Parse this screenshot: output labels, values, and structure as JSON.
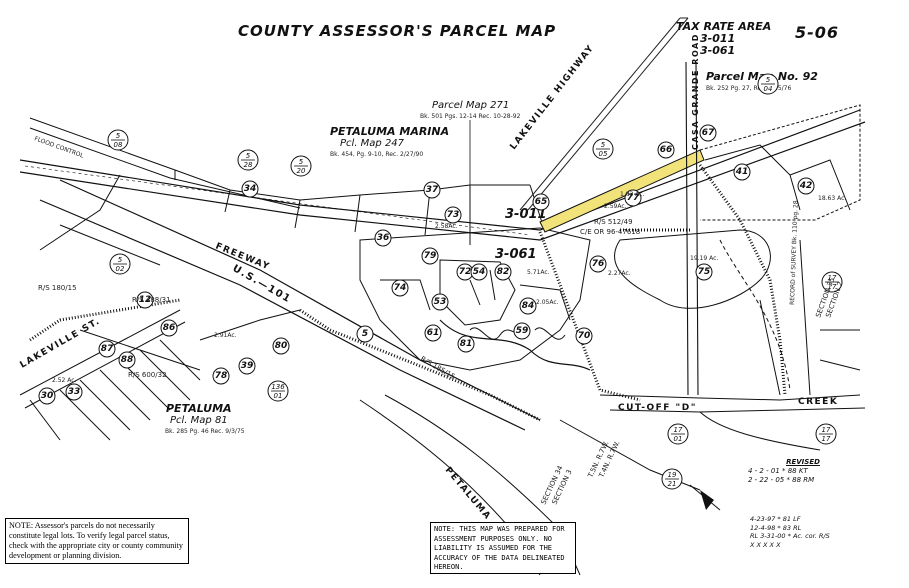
{
  "map": {
    "title": "COUNTY ASSESSOR'S PARCEL MAP",
    "tax_rate_area": {
      "label": "TAX RATE AREA",
      "codes": [
        "3-011",
        "3-061"
      ]
    },
    "book_page": "5-06"
  },
  "parcel_maps": [
    {
      "title": "Parcel Map 271",
      "ref": "Bk. 501 Pgs. 12-14 Rec. 10-28-92"
    },
    {
      "title": "PETALUMA MARINA",
      "sub": "Pcl. Map 247",
      "ref": "Bk. 454, Pg. 9-10, Rec. 2/27/90"
    },
    {
      "title": "Parcel Map No. 92",
      "ref": "Bk. 252 Pg. 27, Rec. 3/25/76"
    },
    {
      "title": "PETALUMA",
      "sub": "Pcl. Map 81",
      "ref": "Bk. 285 Pg. 46 Rec. 9/3/75"
    }
  ],
  "roads": {
    "lakeville_highway": "LAKEVILLE  HIGHWAY",
    "casa_grande": "CASA GRANDE ROAD",
    "freeway": "FREEWAY",
    "us101": "U.S.—101",
    "lakeville_st": "LAKEVILLE ST.",
    "petaluma_river": "PETALUMA",
    "cutoff": "CUT-OFF \"D\"",
    "creek": "CREEK",
    "flood_control": "FLOOD CONTROL"
  },
  "tax_area_labels": [
    "3-011",
    "3-061"
  ],
  "parcels": [
    "66",
    "67",
    "41",
    "42",
    "77",
    "75",
    "76",
    "65",
    "73",
    "37",
    "36",
    "34",
    "79",
    "72",
    "54",
    "82",
    "74",
    "53",
    "84",
    "59",
    "61",
    "70",
    "81",
    "86",
    "87",
    "88",
    "5",
    "80",
    "78",
    "39",
    "30",
    "33",
    "12"
  ],
  "fractions": [
    {
      "num": "5",
      "den": "08"
    },
    {
      "num": "5",
      "den": "28"
    },
    {
      "num": "5",
      "den": "20"
    },
    {
      "num": "5",
      "den": "05"
    },
    {
      "num": "5",
      "den": "04"
    },
    {
      "num": "5",
      "den": "02"
    },
    {
      "num": "17",
      "den": "17"
    },
    {
      "num": "17",
      "den": "01"
    },
    {
      "num": "17",
      "den": "17"
    },
    {
      "num": "19",
      "den": "21"
    },
    {
      "num": "136",
      "den": "01"
    }
  ],
  "acreages": [
    "2.59Ac.",
    "2.27Ac.",
    "19.19 Ac.",
    "18.63 Ac.",
    "5.71Ac.",
    "2.05Ac.",
    "2.58Ac.",
    "1.83 Ac.",
    "2.52 Ac.",
    "2.91Ac."
  ],
  "recordings": [
    "R/S 512/49",
    "C/E OR 96-47618",
    "R/S 180/15",
    "R/S 488/31",
    "R/S 600/32",
    "R/S 185/15"
  ],
  "record_of_survey": "RECORD of SURVEY  Bk. 110 pg. 28",
  "section_labels": [
    "SECTION 34",
    "SECTION 3",
    "T.5N. R.7W.",
    "T.4N. R.7W.",
    "SECTION 35",
    "SECTION 2"
  ],
  "highlight_color": "#f2e27a",
  "note": "NOTE: Assessor's parcels do not necessarily constitute legal lots. To verify legal parcel status, check with the appropriate city or county community development or planning division.",
  "disclaimer": "NOTE:  THIS MAP WAS PREPARED FOR ASSESSMENT PURPOSES ONLY. NO LIABILITY IS ASSUMED FOR THE ACCURACY OF THE DATA DELINEATED HEREON.",
  "revised": {
    "label": "REVISED",
    "entries": [
      "4 - 2 - 01 * 88   KT",
      "2 - 22 - 05 * 88   RM"
    ],
    "entries2": [
      "4-23-97 * 81 LF",
      "12-4-98 * 83 RL",
      "RL  3-31-00 * Ac. cor. R/S",
      "X  X  X  X  X"
    ]
  }
}
